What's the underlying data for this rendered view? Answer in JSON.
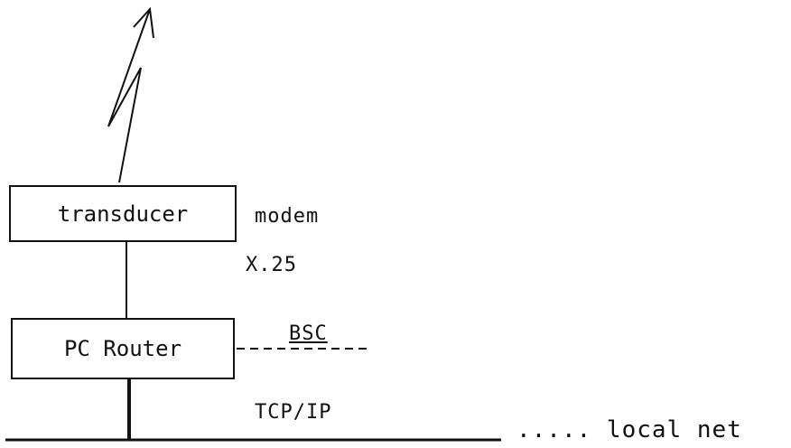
{
  "diagram": {
    "transducer_label": "transducer",
    "modem_label": "modem",
    "x25_label": "X.25",
    "router_label": "PC Router",
    "bsc_label": "BSC",
    "tcpip_label": "TCP/IP",
    "local_net_label": "..... local net"
  }
}
